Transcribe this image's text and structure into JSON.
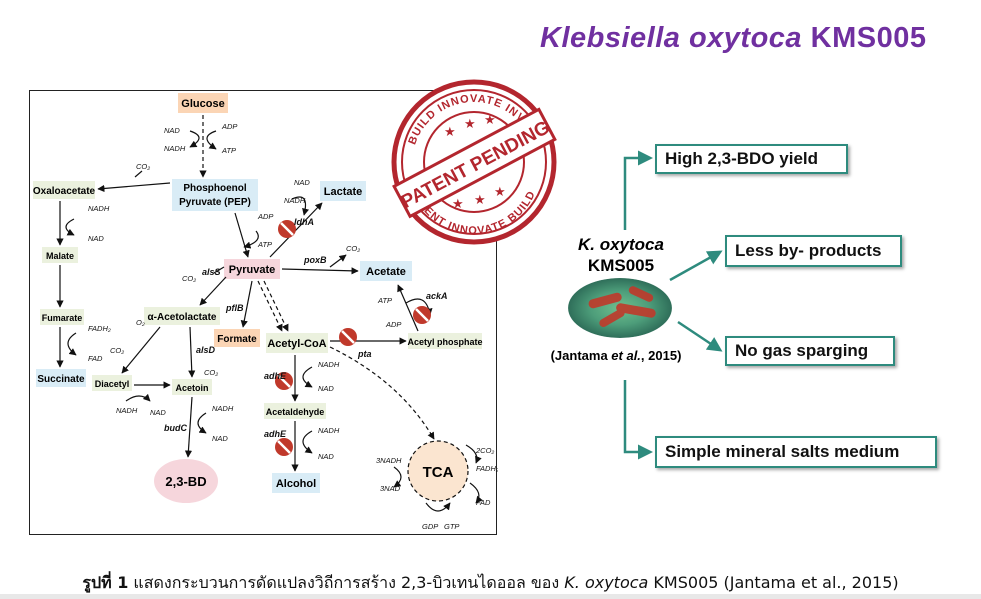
{
  "title": {
    "organism_italic": "Klebsiella oxytoca",
    "strain": "KMS005"
  },
  "pathway": {
    "glucose": "Glucose",
    "nad": "NAD",
    "adp": "ADP",
    "nadh": "NADH",
    "atp": "ATP",
    "co2": "CO₂",
    "oxaloacetate": "Oxaloacetate",
    "pep_line1": "Phosphoenol",
    "pep_line2": "Pyruvate (PEP)",
    "lactate": "Lactate",
    "ldha": "ldhA",
    "malate": "Malate",
    "pyruvate": "Pyruvate",
    "alss": "alsS",
    "poxb": "poxB",
    "acetate": "Acetate",
    "fumarate": "Fumarate",
    "fadh2": "FADH₂",
    "fad": "FAD",
    "o2": "O₂",
    "acetolactate": "α-Acetolactate",
    "pflb": "pflB",
    "acka": "ackA",
    "formate": "Formate",
    "acetyl_coa": "Acetyl-CoA",
    "alsd": "alsD",
    "pta": "pta",
    "acetyl_phosphate": "Acetyl phosphate",
    "succinate": "Succinate",
    "diacetyl": "Diacetyl",
    "acetoin": "Acetoin",
    "adhe": "adhE",
    "acetaldehyde": "Acetaldehyde",
    "budc": "budC",
    "bd": "2,3-BD",
    "alcohol": "Alcohol",
    "tca": "TCA",
    "nadh3": "3NADH",
    "nad3": "3NAD",
    "co2_2": "2CO₂",
    "gdp": "GDP",
    "gtp": "GTP"
  },
  "stamp": {
    "top_arc": "BUILD INNOVATE INVENT",
    "bottom_arc": "INVENT INNOVATE BUILD",
    "banner": "PATENT PENDING",
    "colors": {
      "stamp_red": "#b3262e"
    }
  },
  "organism_panel": {
    "name_italic": "K. oxytoca",
    "strain": "KMS005",
    "ref_prefix": "(Jantama ",
    "ref_etal": "et al.",
    "ref_suffix": ", 2015)"
  },
  "benefits": [
    "High 2,3-BDO yield",
    "Less by- products",
    "No gas sparging",
    "Simple mineral salts medium"
  ],
  "caption": {
    "bold": "รูปที่ 1",
    "text1": " แสดงกระบวนการดัดแปลงวิถีการสร้าง 2,3-บิวเทนไดออล ของ ",
    "italic": "K. oxytoca",
    "text2": " KMS005 (Jantama et al., 2015)"
  },
  "colors": {
    "title": "#7030a0",
    "arrow_teal": "#2e8b7e",
    "box_blue": "#d9ecf6",
    "box_orange": "#fbd5b5",
    "box_green": "#ebf1de",
    "box_pink": "#f6d6dc"
  }
}
